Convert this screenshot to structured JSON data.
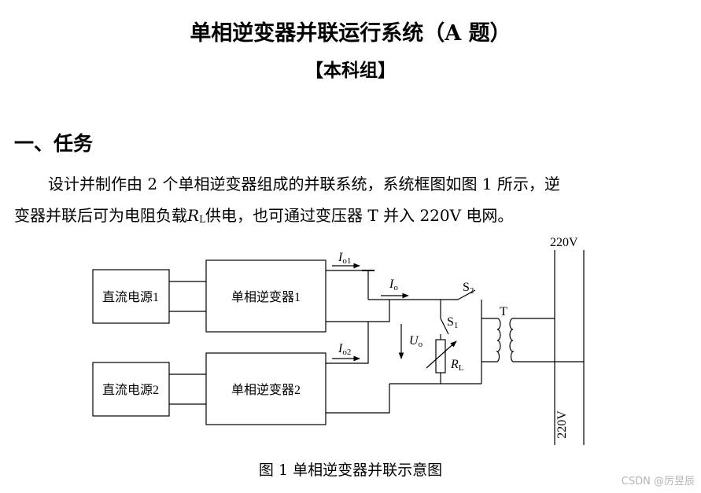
{
  "title": "单相逆变器并联运行系统（A 题）",
  "subtitle": "【本科组】",
  "section": {
    "heading": "一、任务"
  },
  "paragraph": {
    "line1": "设计并制作由 2 个单相逆变器组成的并联系统，系统框图如图 1 所示，逆",
    "line2_a": "变器并联后可为电阻负载",
    "load_symbol": "R",
    "load_subscript": "L",
    "line2_b": "供电，也可通过变压器 T 并入 220V 电网。"
  },
  "figure": {
    "grid_label": "220V",
    "grid_label_bottom": "220V",
    "blocks": {
      "dc_source_1": "直流电源1",
      "dc_source_2": "直流电源2",
      "inverter_1": "单相逆变器1",
      "inverter_2": "单相逆变器2"
    },
    "labels": {
      "io1_main": "I",
      "io1_sub": "o1",
      "io2_main": "I",
      "io2_sub": "o2",
      "io_main": "I",
      "io_sub": "o",
      "uo_main": "U",
      "uo_sub": "o",
      "s1_main": "S",
      "s1_sub": "1",
      "s2_main": "S",
      "s2_sub": "2",
      "rl_main": "R",
      "rl_sub": "L",
      "transformer": "T"
    },
    "caption": "图 1  单相逆变器并联示意图"
  },
  "watermark": "CSDN @厉昱辰"
}
